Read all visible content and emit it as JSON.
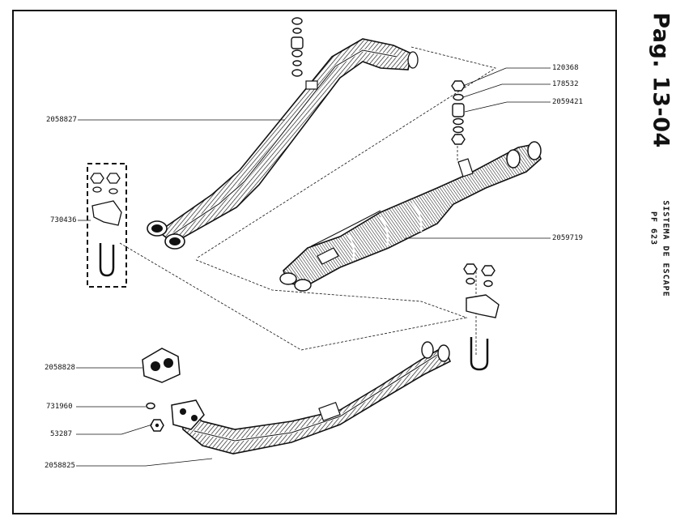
{
  "page": {
    "number": "Pag. 13-04",
    "section_title": "SISTEMA DE ESCAPE",
    "model_code": "PF 623"
  },
  "parts": [
    {
      "id": "p1",
      "number": "2058827"
    },
    {
      "id": "p2",
      "number": "730436"
    },
    {
      "id": "p3",
      "number": "120368"
    },
    {
      "id": "p4",
      "number": "178532"
    },
    {
      "id": "p5",
      "number": "2059421"
    },
    {
      "id": "p6",
      "number": "2059719"
    },
    {
      "id": "p7",
      "number": "2058828"
    },
    {
      "id": "p8",
      "number": "731960"
    },
    {
      "id": "p9",
      "number": "53287"
    },
    {
      "id": "p10",
      "number": "2058825"
    }
  ],
  "colors": {
    "ink": "#111111",
    "paper": "#ffffff"
  }
}
